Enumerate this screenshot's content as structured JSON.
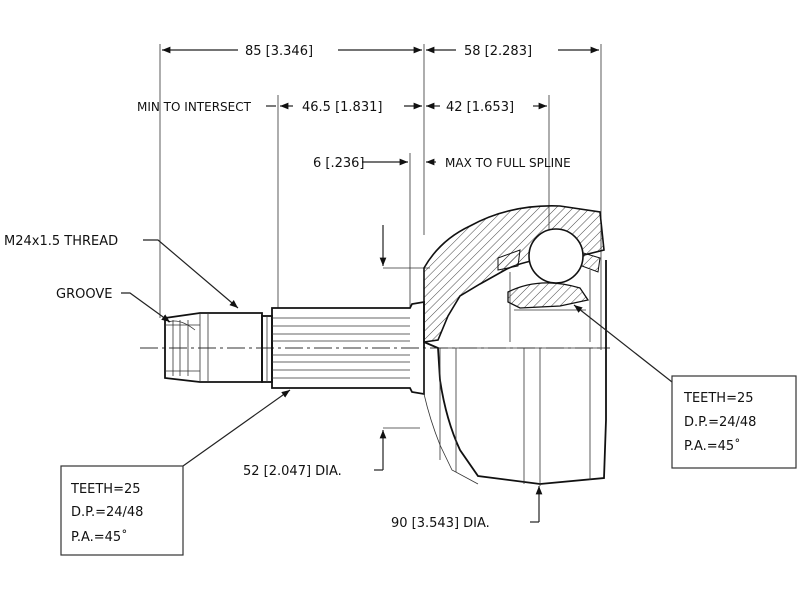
{
  "dimensions": {
    "overall_left": "85 [3.346]",
    "overall_right": "58 [2.283]",
    "min_to_intersect": "MIN TO INTERSECT",
    "intersect_left": "46.5 [1.831]",
    "intersect_right": "42 [1.653]",
    "spline_offset": "6 [.236]",
    "max_full_spline": "MAX TO FULL SPLINE",
    "shaft_dia": "52 [2.047] DIA.",
    "housing_dia": "90 [3.543] DIA."
  },
  "callouts": {
    "thread": "M24x1.5 THREAD",
    "groove": "GROOVE"
  },
  "spec_left": {
    "teeth": "TEETH=25",
    "dp": "D.P.=24/48",
    "pa": "P.A.=45˚"
  },
  "spec_right": {
    "teeth": "TEETH=25",
    "dp": "D.P.=24/48",
    "pa": "P.A.=45˚"
  }
}
